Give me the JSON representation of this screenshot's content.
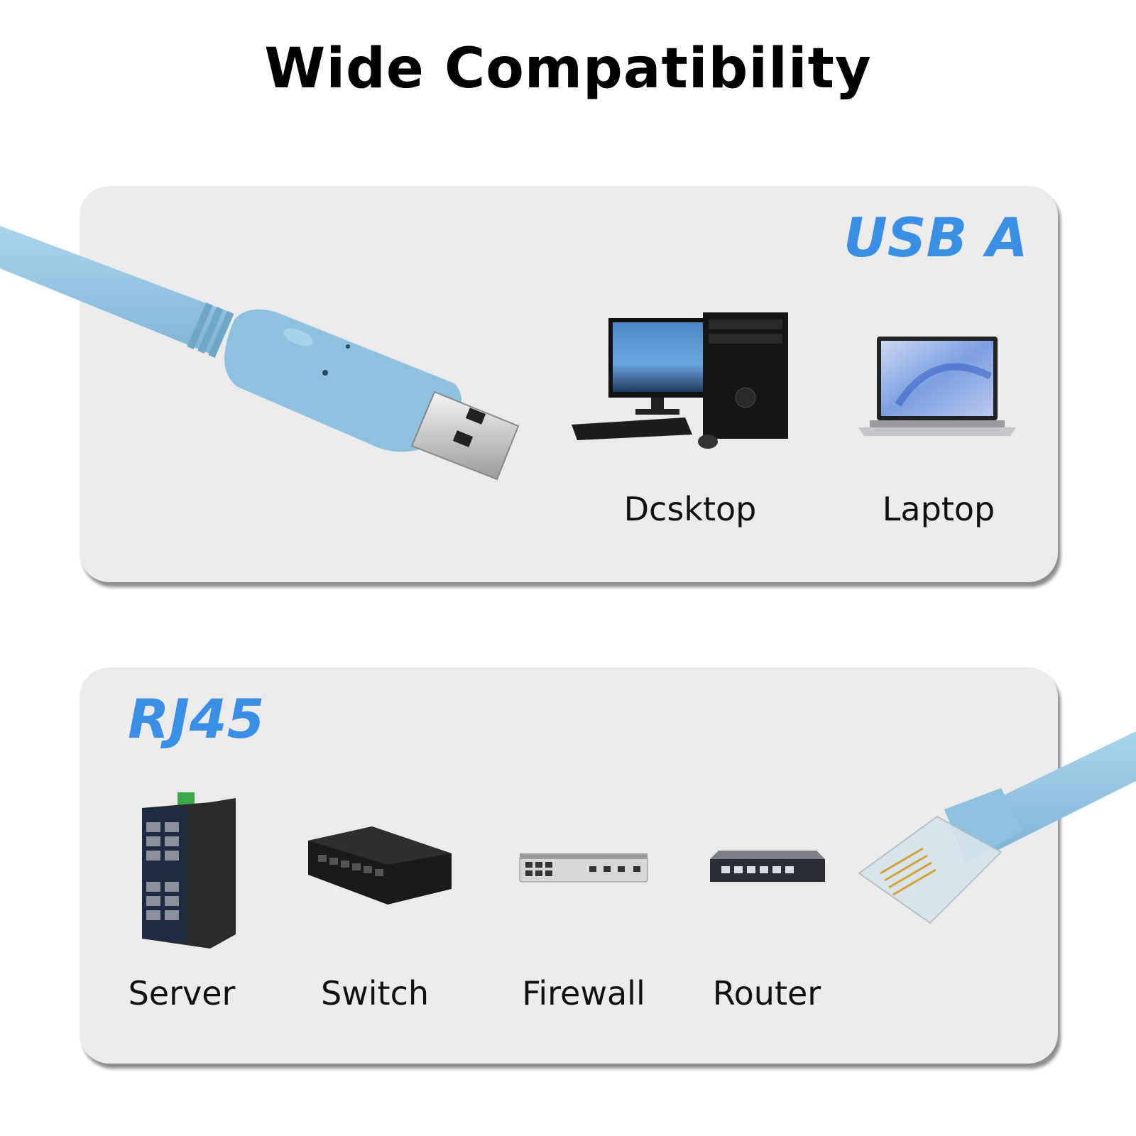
{
  "title": "Wide Compatibility",
  "usb_panel": {
    "heading": "USB A",
    "devices": [
      {
        "label": "Dcsktop",
        "icon": "desktop-computer-icon"
      },
      {
        "label": "Laptop",
        "icon": "laptop-icon"
      }
    ]
  },
  "rj45_panel": {
    "heading": "RJ45",
    "devices": [
      {
        "label": "Server",
        "icon": "server-icon"
      },
      {
        "label": "Switch",
        "icon": "switch-icon"
      },
      {
        "label": "Firewall",
        "icon": "firewall-icon"
      },
      {
        "label": "Router",
        "icon": "router-icon"
      }
    ]
  },
  "colors": {
    "accent": "#3a8ee6",
    "cable": "#8fc3e3",
    "panel": "#ebebeb"
  }
}
